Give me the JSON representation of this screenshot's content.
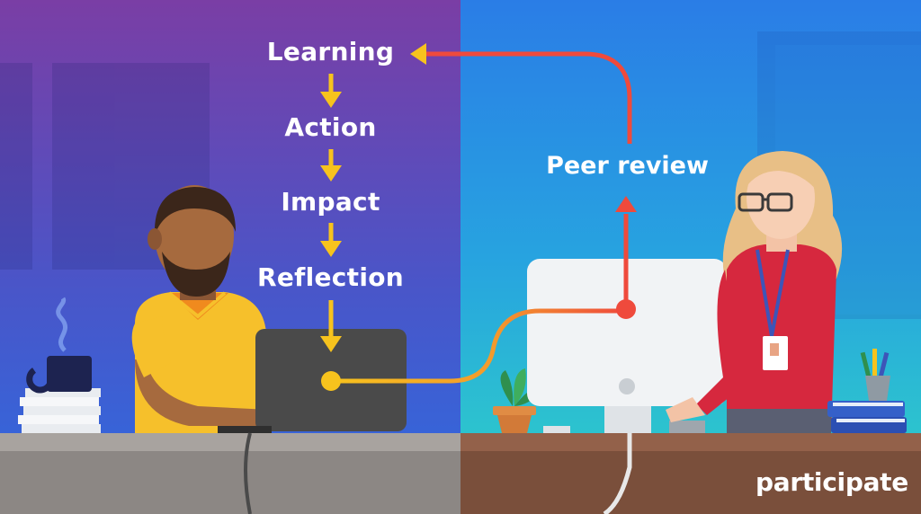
{
  "flow": {
    "steps": [
      "Learning",
      "Action",
      "Impact",
      "Reflection"
    ],
    "peer_label": "Peer review"
  },
  "brand": {
    "name": "participate"
  },
  "colors": {
    "left_bg_top": "#7b3fa6",
    "left_bg_bottom": "#2f64d8",
    "right_bg_top": "#2b80e6",
    "right_bg_bottom": "#2ed0c8",
    "arrow_yellow": "#f7c31d",
    "arrow_red": "#ef4a3c",
    "desk_left": "#8b8683",
    "desk_right": "#7a4f3b"
  }
}
